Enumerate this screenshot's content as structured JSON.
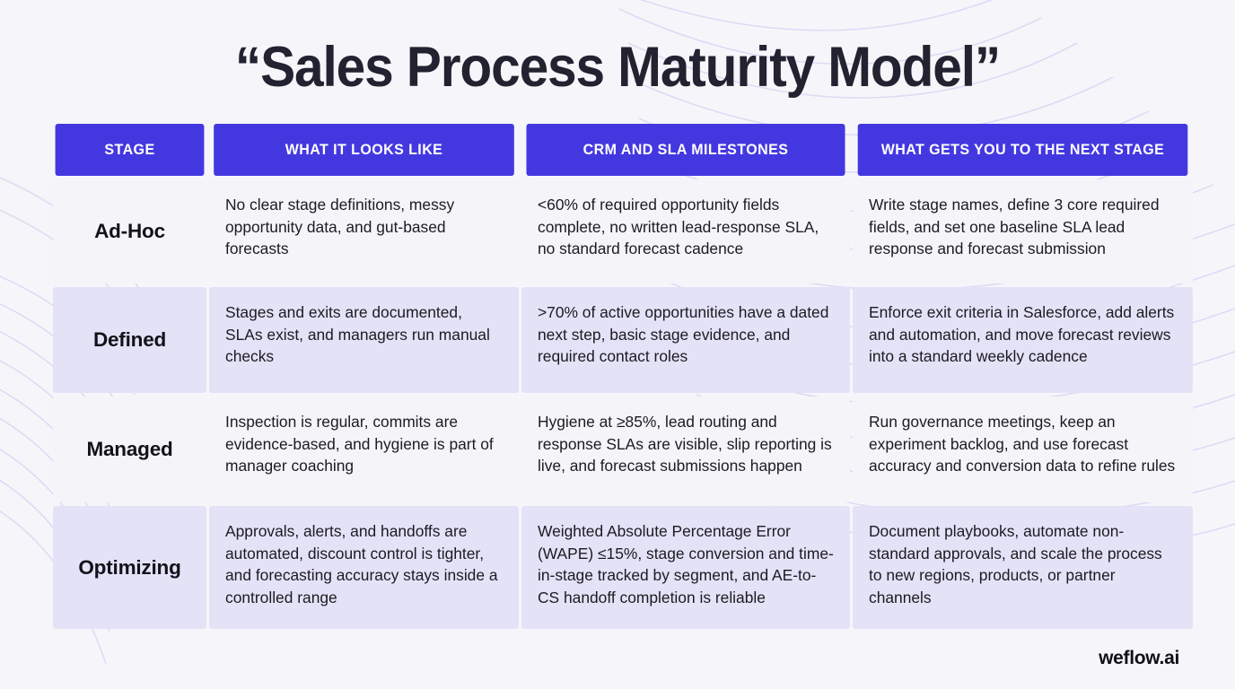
{
  "title": "“Sales Process Maturity Model”",
  "brand": "weflow.ai",
  "colors": {
    "header_blue": "#4338e0",
    "row_tint": "#e4e2f7",
    "row_light": "#f4f4f9",
    "page_background": "#f6f6fa",
    "wave_line": "#ded9f4",
    "text_dark": "#1b1b22",
    "header_text": "#ffffff"
  },
  "table": {
    "columns": [
      {
        "key": "stage",
        "label": "STAGE"
      },
      {
        "key": "looks_like",
        "label": "WHAT IT LOOKS LIKE"
      },
      {
        "key": "milestones",
        "label": "CRM AND SLA MILESTONES"
      },
      {
        "key": "next_stage",
        "label": "WHAT GETS YOU TO THE NEXT STAGE"
      }
    ],
    "rows": [
      {
        "stage": "Ad-Hoc",
        "looks_like": "No clear stage definitions, messy opportunity data, and gut-based forecasts",
        "milestones": "<60% of required opportunity fields complete, no written lead-response SLA, no standard forecast cadence",
        "next_stage": "Write stage names, define 3 core required fields, and set one baseline SLA lead response and forecast submission",
        "tint": false
      },
      {
        "stage": "Defined",
        "looks_like": "Stages and exits are documented, SLAs exist, and managers run manual checks",
        "milestones": ">70% of active opportunities have a dated next step, basic stage evidence, and required contact roles",
        "next_stage": "Enforce exit criteria in Salesforce, add alerts and automation, and move forecast reviews into a standard weekly cadence",
        "tint": true
      },
      {
        "stage": "Managed",
        "looks_like": "Inspection is regular, commits are evidence-based, and hygiene is part of manager coaching",
        "milestones": "Hygiene at ≥85%, lead routing and response SLAs are visible, slip reporting is live, and forecast submissions happen",
        "next_stage": "Run governance meetings, keep an experiment backlog, and use forecast accuracy and conversion data to refine rules",
        "tint": false
      },
      {
        "stage": "Optimizing",
        "looks_like": "Approvals, alerts, and handoffs are automated, discount control is tighter, and forecasting accuracy stays inside a controlled range",
        "milestones": "Weighted Absolute Percentage Error (WAPE) ≤15%, stage conversion and time-in-stage tracked by segment, and AE-to-CS handoff completion is reliable",
        "next_stage": "Document playbooks, automate non-standard approvals, and scale the process to new regions, products, or partner channels",
        "tint": true
      }
    ]
  },
  "decoration": {
    "name": "flowing-wave-lines",
    "description": "Light lavender flowing curved lines in top-right and left edge of canvas"
  }
}
